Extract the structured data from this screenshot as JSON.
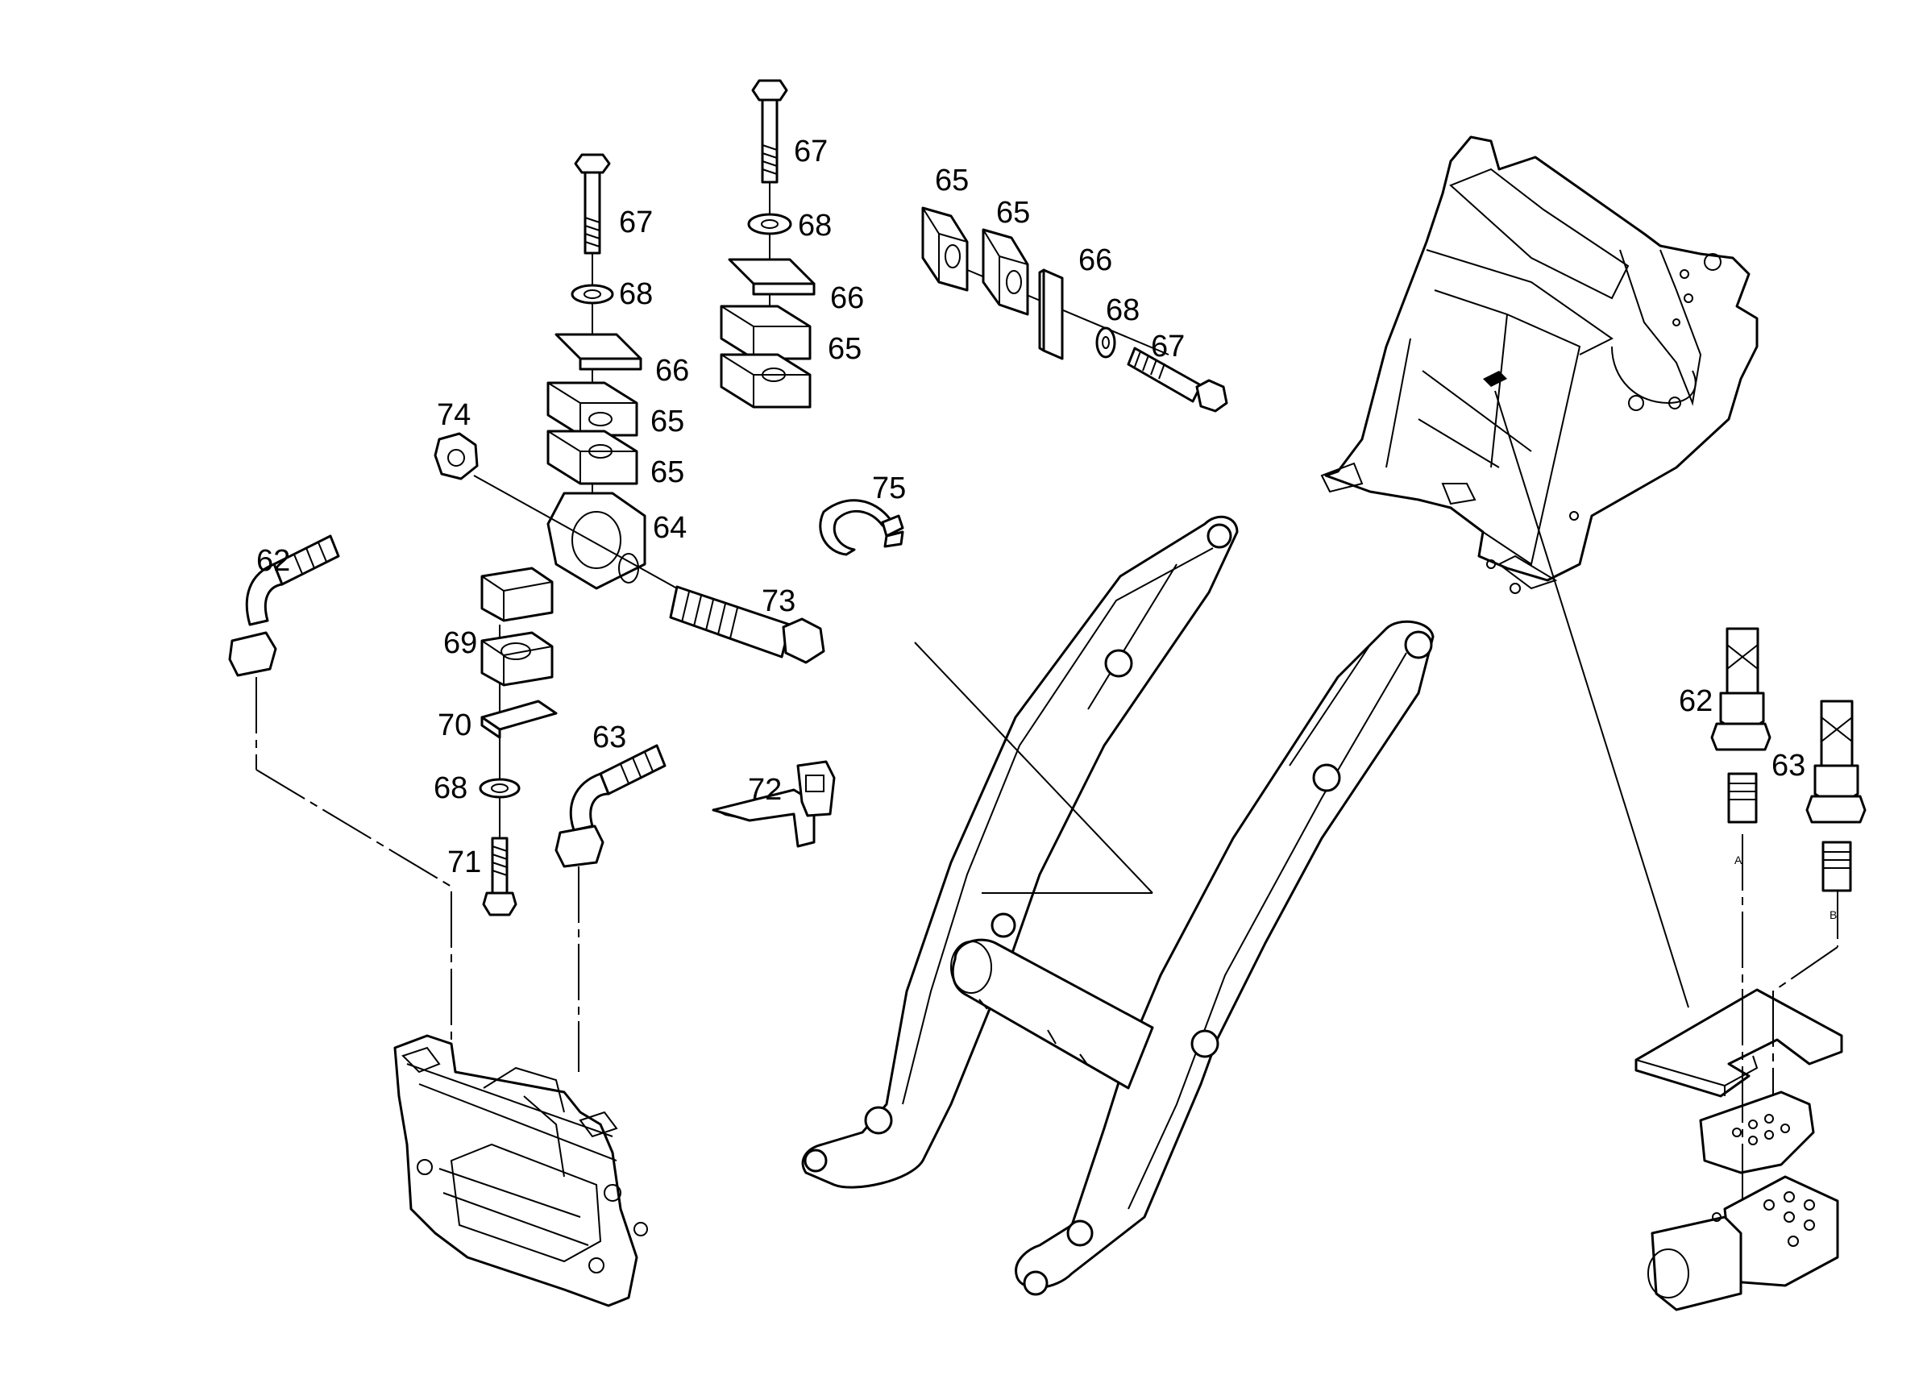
{
  "callouts": [
    {
      "id": "c1",
      "text": "67"
    },
    {
      "id": "c2",
      "text": "68"
    },
    {
      "id": "c3",
      "text": "66"
    },
    {
      "id": "c4",
      "text": "65"
    },
    {
      "id": "c5",
      "text": "65"
    },
    {
      "id": "c6",
      "text": "64"
    },
    {
      "id": "c7",
      "text": "74"
    },
    {
      "id": "c8",
      "text": "73"
    },
    {
      "id": "c9",
      "text": "67"
    },
    {
      "id": "c10",
      "text": "68"
    },
    {
      "id": "c11",
      "text": "66"
    },
    {
      "id": "c12",
      "text": "65"
    },
    {
      "id": "c13",
      "text": "65"
    },
    {
      "id": "c14",
      "text": "65"
    },
    {
      "id": "c15",
      "text": "66"
    },
    {
      "id": "c16",
      "text": "68"
    },
    {
      "id": "c17",
      "text": "67"
    },
    {
      "id": "c18",
      "text": "75"
    },
    {
      "id": "c19",
      "text": "62"
    },
    {
      "id": "c20",
      "text": "69"
    },
    {
      "id": "c21",
      "text": "70"
    },
    {
      "id": "c22",
      "text": "68"
    },
    {
      "id": "c23",
      "text": "71"
    },
    {
      "id": "c24",
      "text": "63"
    },
    {
      "id": "c25",
      "text": "72"
    },
    {
      "id": "c26",
      "text": "62"
    },
    {
      "id": "c27",
      "text": "63"
    }
  ],
  "port_labels": [
    {
      "id": "pA",
      "text": "A"
    },
    {
      "id": "pB",
      "text": "B"
    }
  ]
}
